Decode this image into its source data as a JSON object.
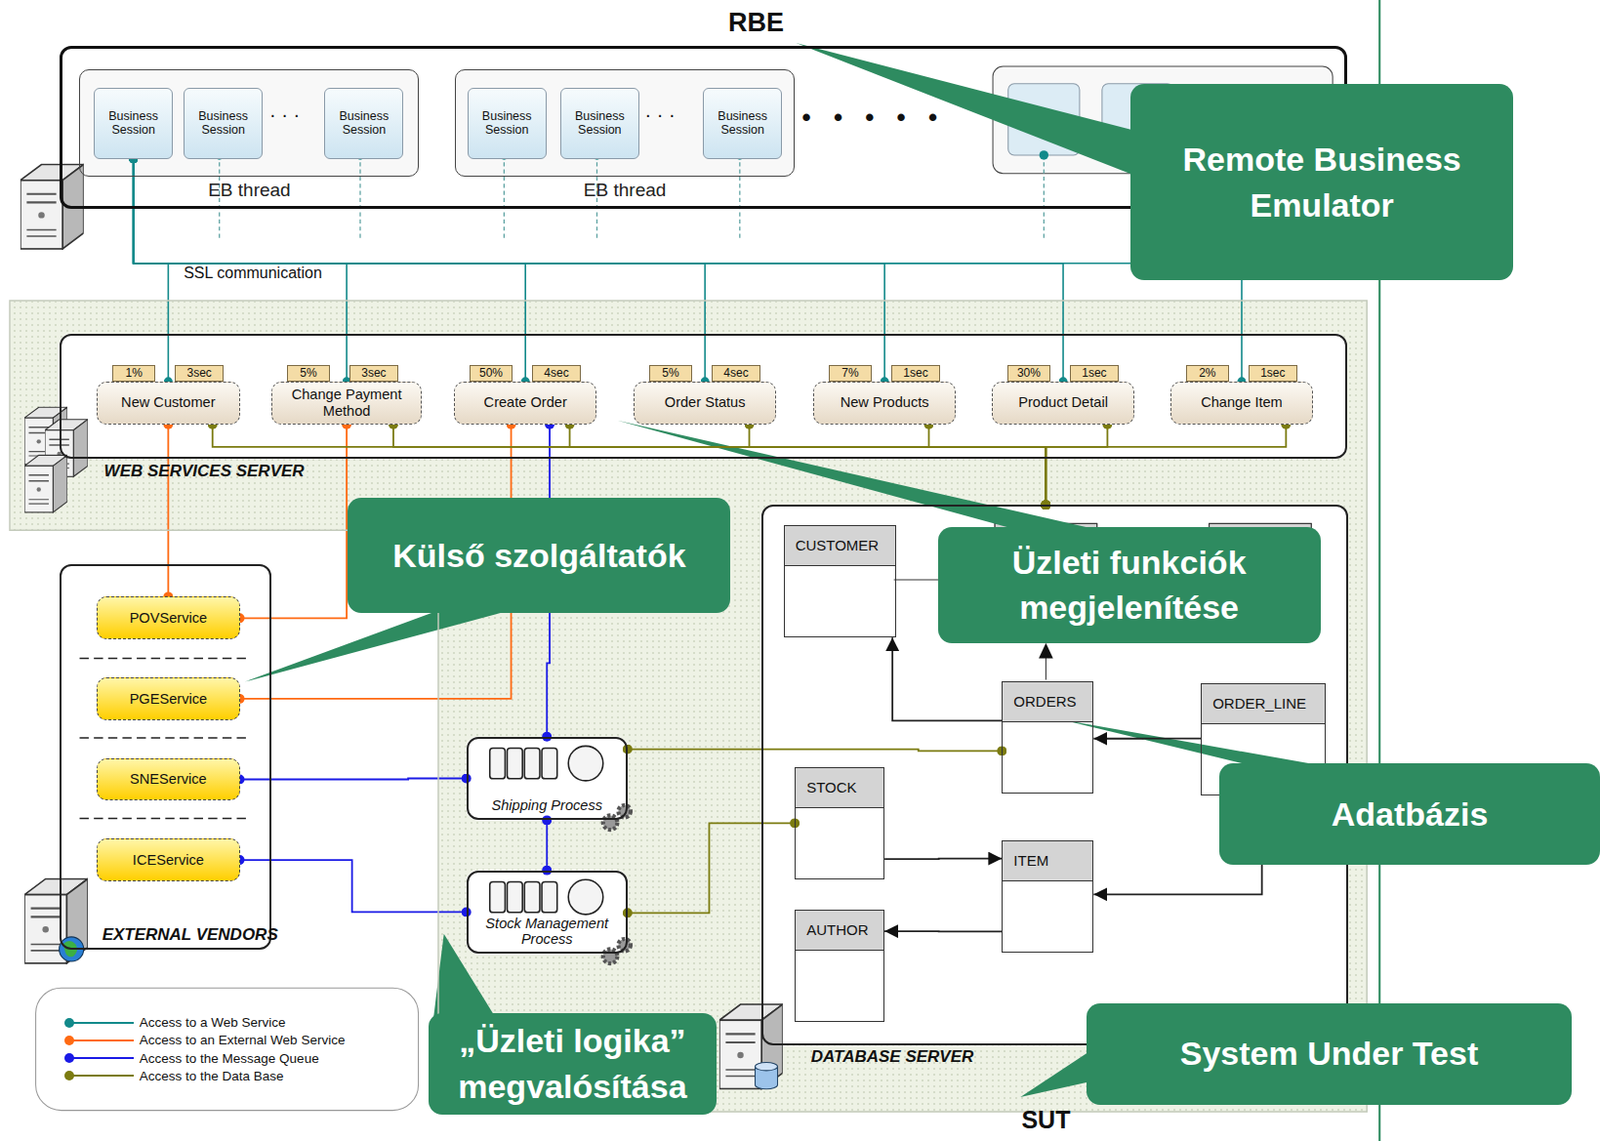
{
  "diagram": {
    "nodes": [
      {
        "text": [
          "RBE"
        ]
      },
      {
        "text": [
          "EB thread"
        ],
        "in": 0
      },
      {
        "text": [
          "Business Session"
        ],
        "in": 1
      },
      {
        "text": [
          "Business Session"
        ],
        "in": 1
      },
      {
        "text": [
          "Business Session"
        ],
        "in": 1
      },
      {
        "text": [
          "EB thread"
        ],
        "in": 0
      },
      {
        "text": [
          "Business Session"
        ],
        "in": 5
      },
      {
        "text": [
          "Business Session"
        ],
        "in": 5
      },
      {
        "text": [
          "Business Session"
        ],
        "in": 5
      },
      {
        "text": [
          "SUT"
        ]
      },
      {
        "text": [
          "WEB SERVICES SERVER"
        ],
        "in": 9
      },
      {
        "text": [
          "1%",
          "3sec",
          "New Customer"
        ],
        "in": 10
      },
      {
        "text": [
          "5%",
          "3sec",
          "Change Payment Method"
        ],
        "in": 10
      },
      {
        "text": [
          "50%",
          "4sec",
          "Create Order"
        ],
        "in": 10
      },
      {
        "text": [
          "5%",
          "4sec",
          "Order Status"
        ],
        "in": 10
      },
      {
        "text": [
          "7%",
          "1sec",
          "New Products"
        ],
        "in": 10
      },
      {
        "text": [
          "30%",
          "1sec",
          "Product Detail"
        ],
        "in": 10
      },
      {
        "text": [
          "2%",
          "1sec",
          "Change Item"
        ],
        "in": 10
      },
      {
        "text": [
          "Shipping Process"
        ],
        "in": 9
      },
      {
        "text": [
          "Stock Management Process"
        ],
        "in": 9
      },
      {
        "text": [
          "DATABASE SERVER"
        ],
        "in": 9
      },
      {
        "text": [
          "CUSTOMER"
        ],
        "in": 20
      },
      {
        "text": [
          "ORDERS"
        ],
        "in": 20
      },
      {
        "text": [
          "ORDER_LINE"
        ],
        "in": 20
      },
      {
        "text": [
          "STOCK"
        ],
        "in": 20
      },
      {
        "text": [
          "ITEM"
        ],
        "in": 20
      },
      {
        "text": [
          "AUTHOR"
        ],
        "in": 20
      },
      {
        "text": [
          "EXTERNAL VENDORS"
        ]
      },
      {
        "text": [
          "POVService"
        ],
        "in": 27
      },
      {
        "text": [
          "PGEService"
        ],
        "in": 27
      },
      {
        "text": [
          "SNEService"
        ],
        "in": 27
      },
      {
        "text": [
          "ICEService"
        ],
        "in": 27
      },
      {
        "text": [
          "Remote Business Emulator"
        ]
      },
      {
        "text": [
          "Külső szolgáltatók"
        ]
      },
      {
        "text": [
          "Üzleti funkciók megjelenítése"
        ]
      },
      {
        "text": [
          "Adatbázis"
        ]
      },
      {
        "text": [
          "„Üzleti logika” megvalósítása"
        ]
      },
      {
        "text": [
          "System Under Test"
        ]
      }
    ],
    "edges": [
      {
        "from": 2,
        "to": 11,
        "arrow": "none"
      },
      {
        "from": 2,
        "to": 12,
        "arrow": "none"
      },
      {
        "from": 2,
        "to": 13,
        "arrow": "none"
      },
      {
        "from": 2,
        "to": 14,
        "arrow": "none"
      },
      {
        "from": 2,
        "to": 15,
        "arrow": "none"
      },
      {
        "from": 2,
        "to": 16,
        "arrow": "none"
      },
      {
        "from": 2,
        "to": 17,
        "arrow": "none"
      },
      {
        "from": 11,
        "to": 28,
        "arrow": "none"
      },
      {
        "from": 12,
        "to": 28,
        "arrow": "none"
      },
      {
        "from": 13,
        "to": 29,
        "arrow": "none"
      },
      {
        "from": 13,
        "to": 18,
        "arrow": "none"
      },
      {
        "from": 18,
        "to": 19,
        "arrow": "none"
      },
      {
        "from": 30,
        "to": 18,
        "arrow": "none"
      },
      {
        "from": 31,
        "to": 19,
        "arrow": "none"
      },
      {
        "from": 11,
        "to": 20,
        "arrow": "none"
      },
      {
        "from": 12,
        "to": 20,
        "arrow": "none"
      },
      {
        "from": 13,
        "to": 20,
        "arrow": "none"
      },
      {
        "from": 14,
        "to": 20,
        "arrow": "none"
      },
      {
        "from": 15,
        "to": 20,
        "arrow": "none"
      },
      {
        "from": 16,
        "to": 20,
        "arrow": "none"
      },
      {
        "from": 17,
        "to": 20,
        "arrow": "none"
      },
      {
        "from": 18,
        "to": 22,
        "arrow": "none"
      },
      {
        "from": 19,
        "to": 24,
        "arrow": "none"
      },
      {
        "from": 22,
        "to": 21,
        "arrow": "to"
      },
      {
        "from": 23,
        "to": 22,
        "arrow": "to"
      },
      {
        "from": 23,
        "to": 25,
        "arrow": "to"
      },
      {
        "from": 24,
        "to": 25,
        "arrow": "to"
      },
      {
        "from": 25,
        "to": 26,
        "arrow": "to"
      }
    ],
    "labels": [
      "SSL communication",
      "· · ·",
      "· · ·",
      "• • • • •"
    ],
    "legend": [
      {
        "text": "Access to a Web Service"
      },
      {
        "text": "Access to an External Web Service"
      },
      {
        "text": "Access to the Message Queue"
      },
      {
        "text": "Access to the Data Base"
      }
    ]
  }
}
